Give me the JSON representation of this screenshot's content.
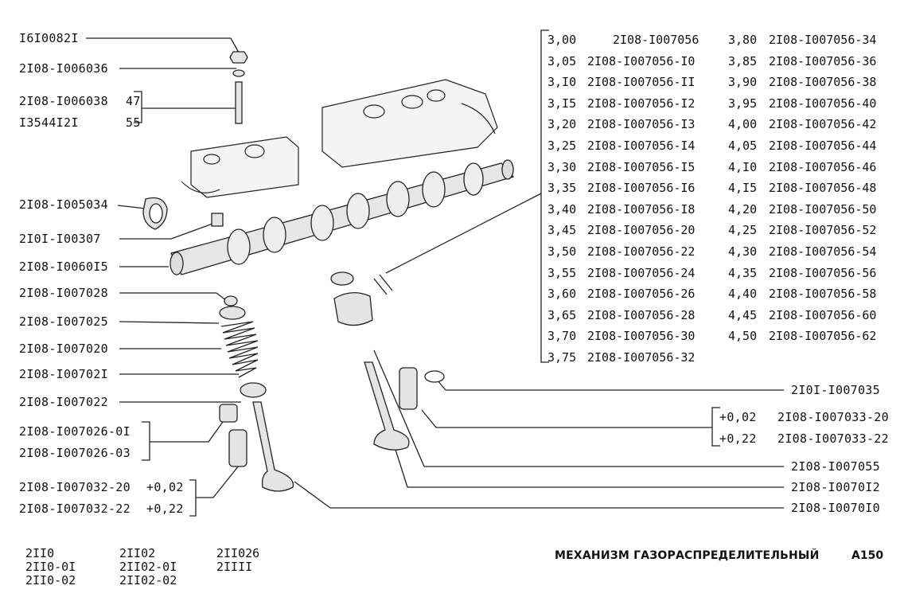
{
  "labels_left": [
    {
      "id": "nut",
      "text": "I6I0082I"
    },
    {
      "id": "washer",
      "text": "2I08-I006036"
    },
    {
      "id": "stud-a",
      "text": "2I08-I006038",
      "size": "47"
    },
    {
      "id": "stud-b",
      "text": "I3544I2I",
      "size": "55"
    },
    {
      "id": "seal",
      "text": "2I08-I005034"
    },
    {
      "id": "bushing",
      "text": "2I0I-I00307"
    },
    {
      "id": "camshaft",
      "text": "2I08-I0060I5"
    },
    {
      "id": "keeper",
      "text": "2I08-I007028"
    },
    {
      "id": "spring-plate",
      "text": "2I08-I007025"
    },
    {
      "id": "outer-spring",
      "text": "2I08-I007020"
    },
    {
      "id": "inner-spring",
      "text": "2I08-I00702I"
    },
    {
      "id": "spring-seat",
      "text": "2I08-I007022"
    },
    {
      "id": "stem-seal-a",
      "text": "2I08-I007026-0I"
    },
    {
      "id": "stem-seal-b",
      "text": "2I08-I007026-03"
    },
    {
      "id": "guide-a",
      "text": "2I08-I007032-20",
      "oversize": "+0,02"
    },
    {
      "id": "guide-b",
      "text": "2I08-I007032-22",
      "oversize": "+0,22"
    }
  ],
  "labels_right": [
    {
      "id": "ring",
      "text": "2I0I-I007035"
    },
    {
      "id": "guide-r-a",
      "text": "2I08-I007033-20",
      "oversize": "+0,02"
    },
    {
      "id": "guide-r-b",
      "text": "2I08-I007033-22",
      "oversize": "+0,22"
    },
    {
      "id": "guide-r",
      "text": "2I08-I007055"
    },
    {
      "id": "exhaust-valve",
      "text": "2I08-I0070I2"
    },
    {
      "id": "intake-valve",
      "text": "2I08-I0070I0"
    }
  ],
  "shim_table": {
    "left": [
      {
        "thickness": "3,00",
        "part": "2I08-I007056"
      },
      {
        "thickness": "3,05",
        "part": "2I08-I007056-I0"
      },
      {
        "thickness": "3,I0",
        "part": "2I08-I007056-II"
      },
      {
        "thickness": "3,I5",
        "part": "2I08-I007056-I2"
      },
      {
        "thickness": "3,20",
        "part": "2I08-I007056-I3"
      },
      {
        "thickness": "3,25",
        "part": "2I08-I007056-I4"
      },
      {
        "thickness": "3,30",
        "part": "2I08-I007056-I5"
      },
      {
        "thickness": "3,35",
        "part": "2I08-I007056-I6"
      },
      {
        "thickness": "3,40",
        "part": "2I08-I007056-I8"
      },
      {
        "thickness": "3,45",
        "part": "2I08-I007056-20"
      },
      {
        "thickness": "3,50",
        "part": "2I08-I007056-22"
      },
      {
        "thickness": "3,55",
        "part": "2I08-I007056-24"
      },
      {
        "thickness": "3,60",
        "part": "2I08-I007056-26"
      },
      {
        "thickness": "3,65",
        "part": "2I08-I007056-28"
      },
      {
        "thickness": "3,70",
        "part": "2I08-I007056-30"
      },
      {
        "thickness": "3,75",
        "part": "2I08-I007056-32"
      }
    ],
    "right": [
      {
        "thickness": "3,80",
        "part": "2I08-I007056-34"
      },
      {
        "thickness": "3,85",
        "part": "2I08-I007056-36"
      },
      {
        "thickness": "3,90",
        "part": "2I08-I007056-38"
      },
      {
        "thickness": "3,95",
        "part": "2I08-I007056-40"
      },
      {
        "thickness": "4,00",
        "part": "2I08-I007056-42"
      },
      {
        "thickness": "4,05",
        "part": "2I08-I007056-44"
      },
      {
        "thickness": "4,I0",
        "part": "2I08-I007056-46"
      },
      {
        "thickness": "4,I5",
        "part": "2I08-I007056-48"
      },
      {
        "thickness": "4,20",
        "part": "2I08-I007056-50"
      },
      {
        "thickness": "4,25",
        "part": "2I08-I007056-52"
      },
      {
        "thickness": "4,30",
        "part": "2I08-I007056-54"
      },
      {
        "thickness": "4,35",
        "part": "2I08-I007056-56"
      },
      {
        "thickness": "4,40",
        "part": "2I08-I007056-58"
      },
      {
        "thickness": "4,45",
        "part": "2I08-I007056-60"
      },
      {
        "thickness": "4,50",
        "part": "2I08-I007056-62"
      }
    ]
  },
  "models": {
    "col1": [
      "2II0",
      "2II0-0I",
      "2II0-02"
    ],
    "col2": [
      "2II02",
      "2II02-0I",
      "2II02-02"
    ],
    "col3": [
      "2II026",
      "2IIII"
    ]
  },
  "title": "МЕХАНИЗМ ГАЗОРАСПРЕДЕЛИТЕЛЬНЫЙ",
  "page_code": "A150"
}
